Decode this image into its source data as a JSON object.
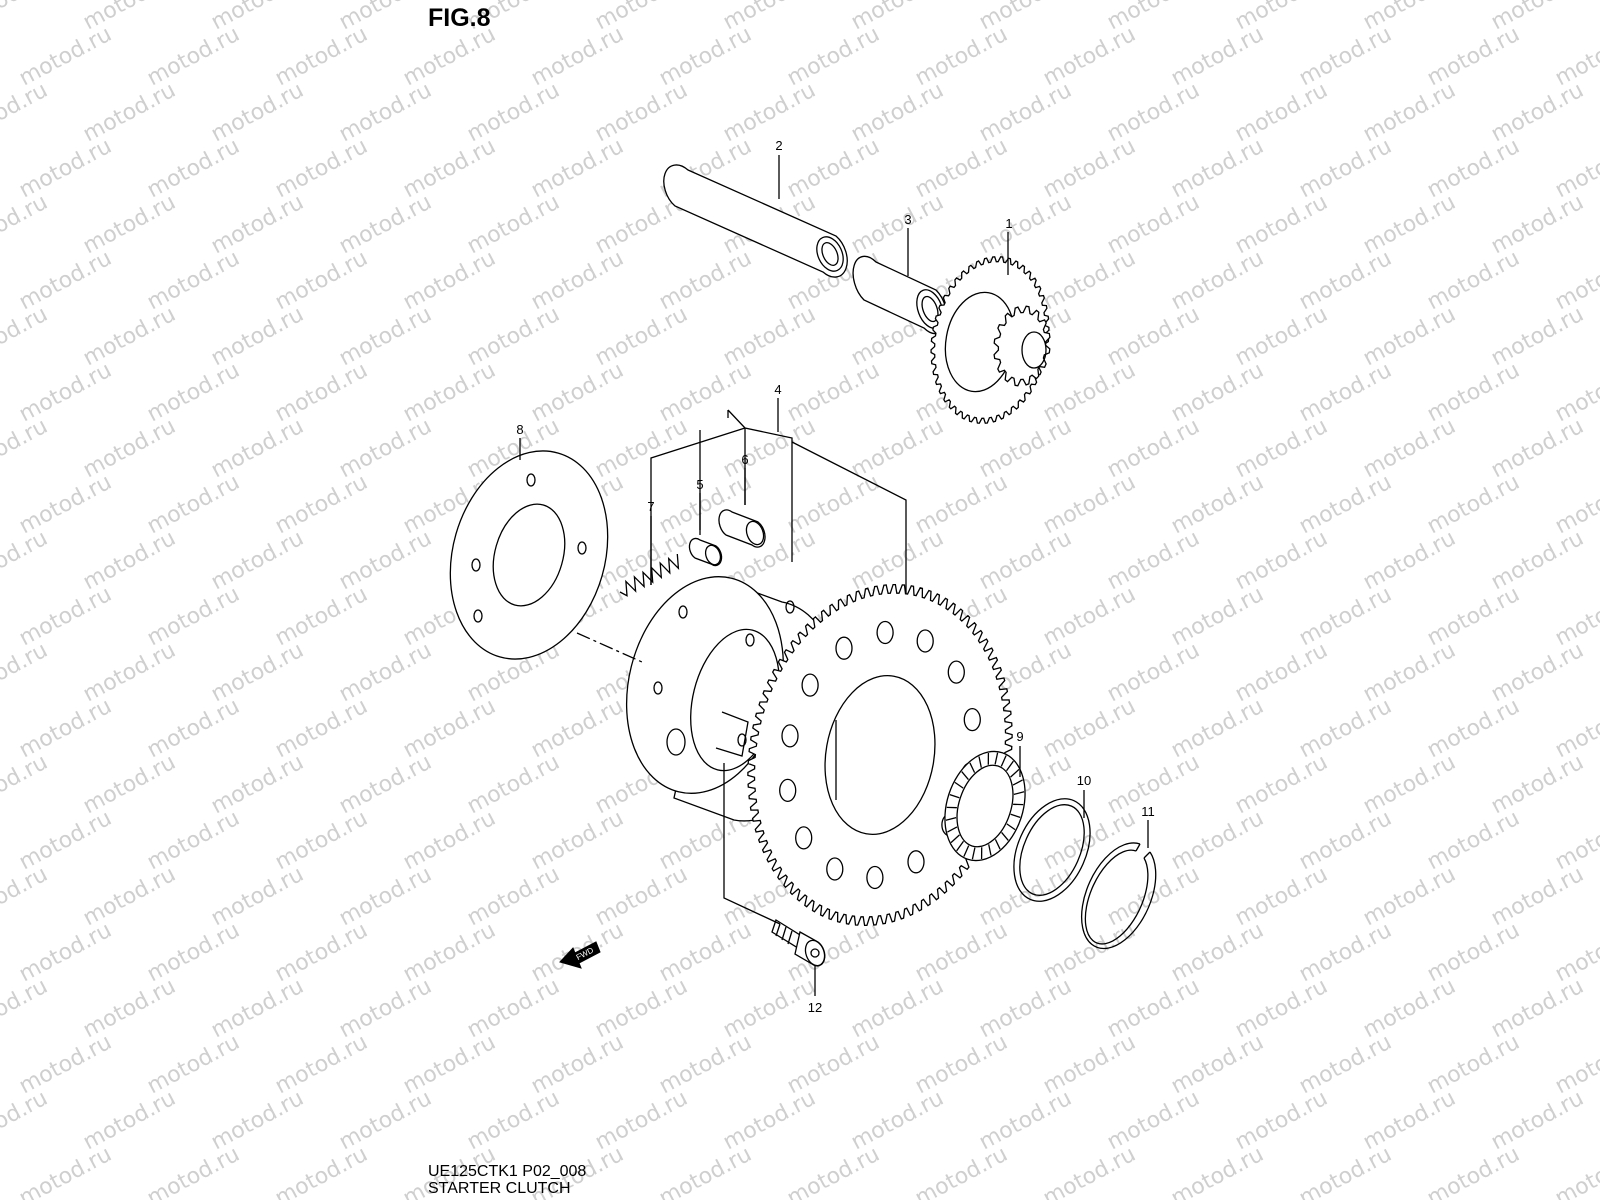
{
  "figure": {
    "title": "FIG.8"
  },
  "footer": {
    "code": "UE125CTK1 P02_008",
    "name": "STARTER CLUTCH"
  },
  "watermark": {
    "text": "motod.ru"
  },
  "arrow": {
    "text": "FWD"
  },
  "parts": [
    {
      "id": "part-1",
      "label": "1",
      "desc": "idler gear"
    },
    {
      "id": "part-2",
      "label": "2",
      "desc": "shaft"
    },
    {
      "id": "part-3",
      "label": "3",
      "desc": "bushing"
    },
    {
      "id": "part-4",
      "label": "4",
      "desc": "starter clutch assembly"
    },
    {
      "id": "part-5",
      "label": "5",
      "desc": "roller"
    },
    {
      "id": "part-6",
      "label": "6",
      "desc": "cap"
    },
    {
      "id": "part-7",
      "label": "7",
      "desc": "spring"
    },
    {
      "id": "part-8",
      "label": "8",
      "desc": "plate"
    },
    {
      "id": "part-9",
      "label": "9",
      "desc": "needle bearing"
    },
    {
      "id": "part-10",
      "label": "10",
      "desc": "washer"
    },
    {
      "id": "part-11",
      "label": "11",
      "desc": "circlip"
    },
    {
      "id": "part-12",
      "label": "12",
      "desc": "bolt"
    }
  ]
}
